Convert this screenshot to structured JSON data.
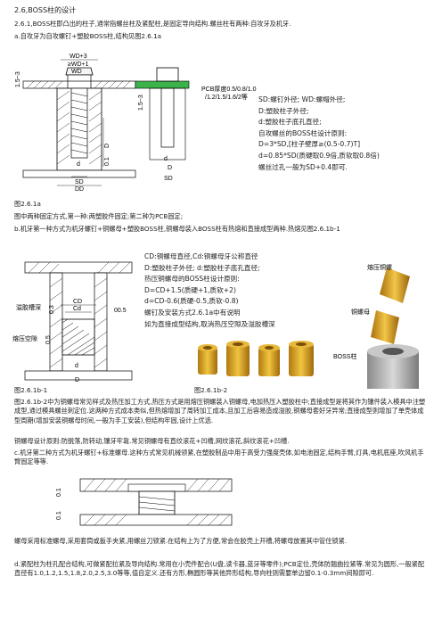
{
  "heading_1": "2.6,BOSS柱的设计",
  "heading_2": "2.6.1,BOSS柱即凸出的柱子,通常指螺丝柱及紧配柱,是固定导向结构.螺丝柱有两种:自攻牙及机牙.",
  "para_a": "a.自攻牙为自攻螺钉+塑胶BOSS柱,结构见图2.6.1a",
  "fig_a": {
    "labels": {
      "wd_plus_3": "WD+3",
      "ge_wd_1": "≥WD+1",
      "wd": "WD",
      "thickness": "1.5~3",
      "depth": "0.1",
      "dim_d": "D",
      "d_lower": "d",
      "sd": "SD",
      "dd": "DD",
      "d_side": "d",
      "pcb_note_1": "PCB厚度0.5/0.8/1.0",
      "pcb_note_2": "/1.2/1.5/1.6/2等"
    },
    "notes": [
      "SD:螺钉外径;    WD:螺帽外径;",
      "D:塑胶柱子外径;",
      "d:塑胶柱子底孔直径;",
      "自攻螺丝的BOSS柱设计原则:",
      "D=3*SD,[柱子壁厚≥(0.5-0.7)T]",
      "d=0.85*SD(质硬取0.9倍,质软取0.8倍)",
      "螺丝过孔一般为SD+0.4即可."
    ],
    "caption": "图2.6.1a"
  },
  "para_fig_a": "图中两种固定方式,第一种:两塑胶件固定;第二种为PCB固定;",
  "para_b": "b.机牙第一种方式为机牙螺钉+铜螺母+塑胶BOSS柱,铜螺母装入BOSS柱有热熔和直接成型两种.热熔见图2.6.1b-1",
  "fig_b1": {
    "labels": {
      "cd": "CD",
      "cd2": "Cd",
      "tol": "00.5",
      "d_top": "D",
      "d_bot": "d",
      "overflow_label": "溢胶槽深",
      "overflow_value": "0.3",
      "hot_label": "熔压空隙",
      "hot_value": "0.5"
    },
    "caption": "图2.6.1b-1"
  },
  "notes_b": [
    "CD:铜螺母直径,Cd:铜螺母牙公称直径",
    "D:塑胶柱子外径; d:塑胶柱子底孔直径;",
    "热压铜螺母的BOSS柱设计原则:",
    "D=CD+1.5(质硬+1,质软+2)",
    "d=CD-0.6(质硬-0.5,质软-0.8)",
    "螺钉及安装方式2.6.1a中有说明",
    "如为直接成型结构,取消热压空隙及溢胶槽深"
  ],
  "fig_b2": {
    "labels": {
      "hot_nut": "熔压铜螺",
      "nut": "铜螺母",
      "boss": "BOSS柱"
    },
    "caption": "图2.6.1b-2"
  },
  "para_b2": "图2.6.1b-2中为铜螺母常见样式及热压加工方式,热压方式是用熔压铜螺装入铜螺母,电加热压入塑胶柱中;直接成型是将其作为镶件装入模具中注塑成型,通过模具螺丝刺定位.这两种方式成本类似,但热熔增加了周转加工成本,且加工后容易造成溢胶,铜螺母套好牙异常;直接成型则增加了单壳体成型周期(增加安装铜螺母时间,一般为手工安装),但结构牢固,设计上优选.",
  "para_b3": "铜螺母设计原则:防脱落,防转动,镶牙牢靠.常见铜螺母有直纹滚花+凹槽,网纹滚花,斜纹滚花+凹槽.",
  "para_c": "c.机牙第二种方式为机牙螺钉+标准螺母.这种方式常见机械领紧,在塑胶制品中用于高受力强度壳体,如电池固定,结构手臂,灯具,电机底座,吹风机手臂固定等等.",
  "fig_c": {
    "labels": {
      "dim_a": "0.1",
      "dim_b": "0.1"
    }
  },
  "para_c2": "螺母采用标准螺母,采用套筒或扳手夹紧,用螺丝刀锁紧.在结构上为了方便,常会在胶壳上开槽,将螺母放置其中管住锁紧.",
  "para_d": "d.紧配柱为柱孔配合结构,可做紧配拉紧及导向结构.常用在小壳件配合(U盘,读卡器,蓝牙等零件);PCB定位,壳体防翘曲拉紧等.常见为圆形,一般紧配直径有1.0,1.2,1.5,1.8,2.0,2.5,3.0等等,值自定义.还有方形,椭圆形等其他异形结构,导向柱则需要单边留0.1-0.3mm间隙即可."
}
